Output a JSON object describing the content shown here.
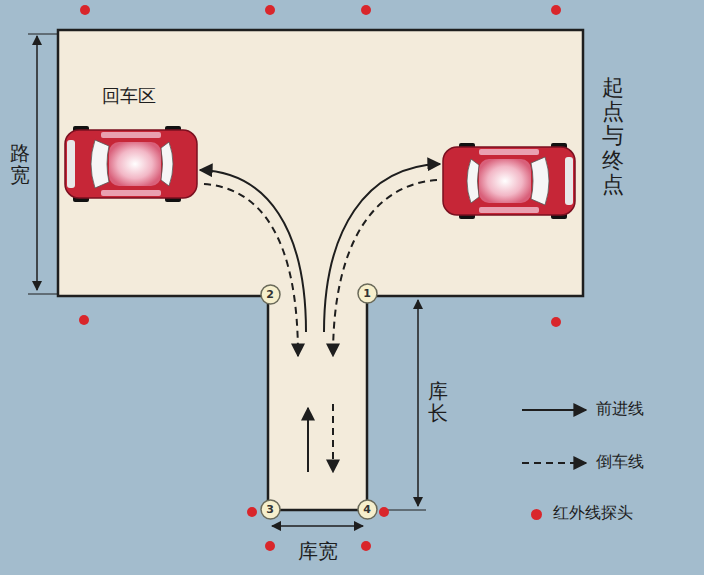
{
  "diagram": {
    "nodes": [
      {
        "text": [
          "2"
        ]
      },
      {
        "text": [
          "1"
        ]
      },
      {
        "text": [
          "3"
        ]
      },
      {
        "text": [
          "4"
        ]
      }
    ],
    "labels": [
      "回车区",
      "起点与终点",
      "路宽",
      "库长",
      "库宽"
    ],
    "legend": [
      {
        "text": "前进线"
      },
      {
        "text": "倒车线"
      },
      {
        "text": "红外线探头",
        "color": "#d9262b"
      }
    ]
  }
}
